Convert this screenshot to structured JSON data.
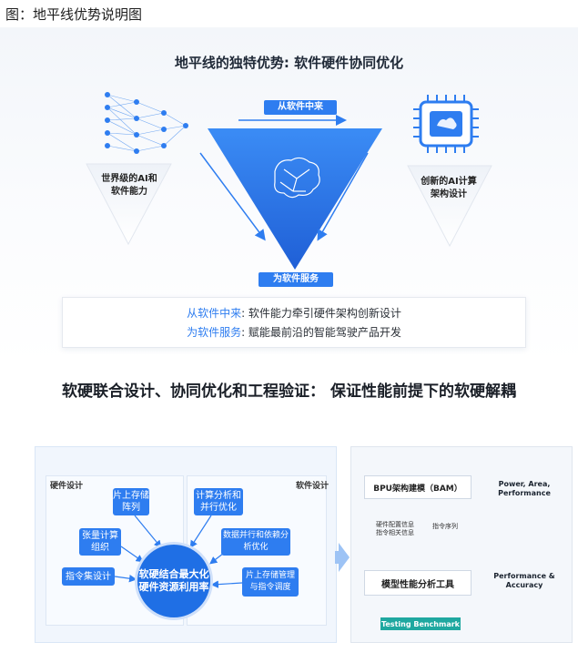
{
  "caption": "图：地平线优势说明图",
  "top": {
    "title": "地平线的独特优势: 软件硬件协同优化",
    "left_label": "世界级的AI和软件能力",
    "right_label": "创新的AI计算架构设计",
    "pill_from": "从软件中来",
    "pill_serve": "为软件服务",
    "summary": {
      "line1_key": "从软件中来",
      "line1_text": ": 软件能力牵引硬件架构创新设计",
      "line2_key": "为软件服务",
      "line2_text": ": 赋能最前沿的智能驾驶产品开发"
    }
  },
  "heading": "软硬联合设计、协同优化和工程验证：  保证性能前提下的软硬解耦",
  "codesign": {
    "hw_label": "硬件设计",
    "sw_label": "软件设计",
    "onchip_array": "片上存储阵列",
    "tensor": "张量计算组织",
    "isa": "指令集设计",
    "compute": "计算分析和并行优化",
    "dataflow": "数据并行和依赖分析优化",
    "onchip_mgmt": "片上存储管理与指令调度",
    "center": "软硬结合最大化硬件资源利用率"
  },
  "eval": {
    "bam": "BPU架构建模（BAM）",
    "model": "模型性能分析工具",
    "bench": "Testing Benchmark",
    "hw_info": "硬件配置信息指令相关信息",
    "instr_seq": "指令序列",
    "out_ppa": "Power, Area, Performance",
    "out_pa": "Performance & Accuracy"
  },
  "colors": {
    "accent": "#2e7df0",
    "teal": "#1fa8a0"
  }
}
